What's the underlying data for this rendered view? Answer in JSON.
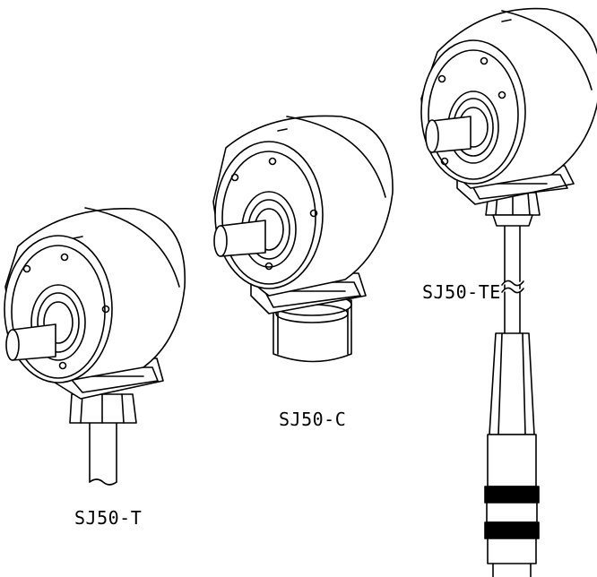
{
  "labels": {
    "sj50_t": "SJ50-T",
    "sj50_c": "SJ50-C",
    "sj50_te": "SJ50-TE"
  },
  "colors": {
    "line": "#000000",
    "background": "#ffffff",
    "fill": "#ffffff"
  }
}
